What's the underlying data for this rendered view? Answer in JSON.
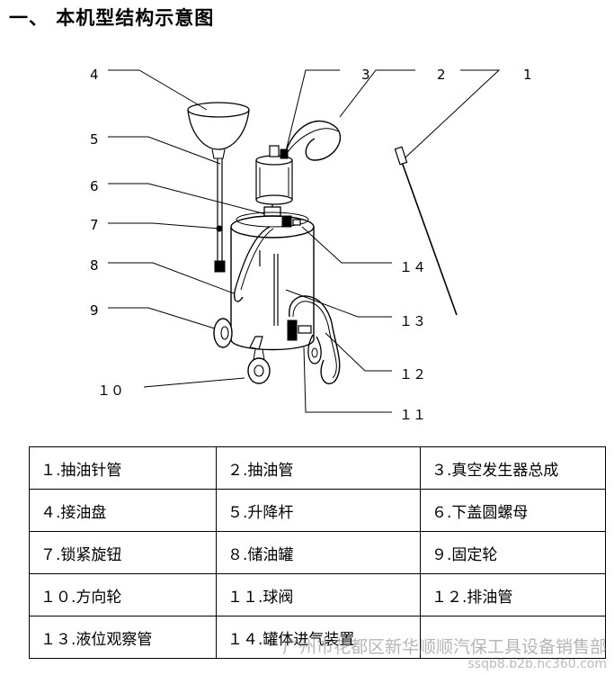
{
  "heading": "一、 本机型结构示意图",
  "callouts": [
    "1",
    "2",
    "3",
    "4",
    "5",
    "6",
    "7",
    "8",
    "9",
    "１０",
    "１１",
    "１２",
    "１３",
    "１４"
  ],
  "parts_table": [
    [
      "１.抽油针管",
      "２.抽油管",
      "３.真空发生器总成"
    ],
    [
      "４.接油盘",
      "５.升降杆",
      "６.下盖圆螺母"
    ],
    [
      "７.锁紧旋钮",
      "８.储油罐",
      "９.固定轮"
    ],
    [
      "１０.方向轮",
      "１１.球阀",
      "１２.排油管"
    ],
    [
      "１３.液位观察管",
      "１４.罐体进气装置",
      ""
    ]
  ],
  "watermark": "广州市花都区新华顺顺汽保工具设备销售部",
  "watermark_url": "ssqb8.b2b.hc360.com"
}
